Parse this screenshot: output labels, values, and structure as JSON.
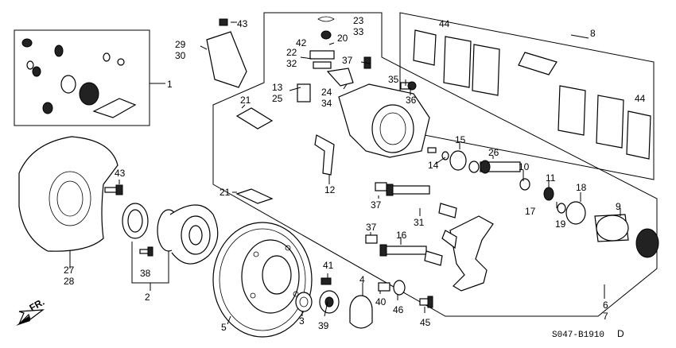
{
  "diagram_code": "S047-B1910",
  "diagram_suffix": "D",
  "direction_label": "FR.",
  "labels": {
    "l1": "1",
    "l2": "2",
    "l3": "3",
    "l4": "4",
    "l5": "5",
    "l6": "6",
    "l7": "7",
    "l8": "8",
    "l9": "9",
    "l10": "10",
    "l11": "11",
    "l12": "12",
    "l13": "13",
    "l14": "14",
    "l15": "15",
    "l16": "16",
    "l17": "17",
    "l18": "18",
    "l19": "19",
    "l20": "20",
    "l21a": "21",
    "l21b": "21",
    "l22": "22",
    "l23": "23",
    "l24": "24",
    "l25": "25",
    "l26": "26",
    "l27": "27",
    "l28": "28",
    "l29": "29",
    "l30": "30",
    "l31": "31",
    "l32": "32",
    "l33": "33",
    "l34": "34",
    "l35": "35",
    "l36": "36",
    "l37a": "37",
    "l37b": "37",
    "l37c": "37",
    "l38": "38",
    "l39": "39",
    "l40": "40",
    "l41": "41",
    "l42": "42",
    "l43a": "43",
    "l43b": "43",
    "l44a": "44",
    "l44b": "44",
    "l45": "45",
    "l46": "46"
  }
}
